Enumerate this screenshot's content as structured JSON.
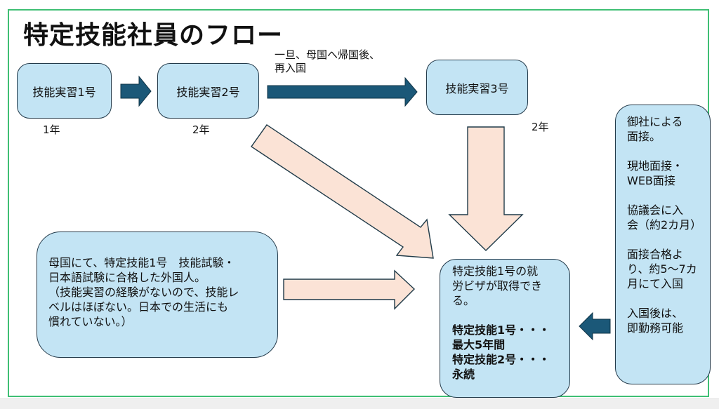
{
  "title": "特定技能社員のフロー",
  "colors": {
    "frame_border": "#3fbf74",
    "box_fill": "#c3e4f4",
    "box_border": "#233a4a",
    "dark_arrow": "#1b5878",
    "peach_arrow": "#fbe3d6"
  },
  "stages": [
    {
      "label": "技能実習1号",
      "duration": "1年"
    },
    {
      "label": "技能実習2号",
      "duration": "2年"
    },
    {
      "label": "技能実習3号",
      "duration": "2年"
    }
  ],
  "reentry_note": [
    "一旦、母国へ帰国後、",
    "再入国"
  ],
  "foreign_candidate_box": {
    "lines": [
      "母国にて、特定技能1号　技能試験・",
      "日本語試験に合格した外国人。",
      "（技能実習の経験がないので、技能レ",
      "ベルはほぼない。日本での生活にも",
      "慣れていない。）"
    ]
  },
  "result_box": {
    "intro_lines": [
      "特定技能1号の就",
      "労ビザが取得でき",
      "る。"
    ],
    "bold_lines": [
      "特定技能1号・・・",
      "最大5年間",
      "特定技能2号・・・",
      "永続"
    ]
  },
  "interview_box": {
    "paragraphs": [
      [
        "御社による",
        "面接。"
      ],
      [
        "現地面接・",
        "WEB面接"
      ],
      [
        "協議会に入",
        "会（約2カ月）"
      ],
      [
        "面接合格よ",
        "り、約5～7カ",
        "月にて入国"
      ],
      [
        "入国後は、",
        "即勤務可能"
      ]
    ]
  },
  "arrows": [
    {
      "name": "arrow-stage1-to-stage2",
      "from": "技能実習1号",
      "to": "技能実習2号",
      "style": "dark"
    },
    {
      "name": "arrow-stage2-to-stage3",
      "from": "技能実習2号",
      "to": "技能実習3号",
      "style": "dark"
    },
    {
      "name": "arrow-stage2-to-result",
      "from": "技能実習2号",
      "to": "特定技能1号",
      "style": "peach"
    },
    {
      "name": "arrow-stage3-to-result",
      "from": "技能実習3号",
      "to": "特定技能1号",
      "style": "peach"
    },
    {
      "name": "arrow-candidate-to-result",
      "from": "外国人",
      "to": "特定技能1号",
      "style": "peach"
    },
    {
      "name": "arrow-interview-to-result",
      "from": "面接",
      "to": "特定技能1号",
      "style": "dark"
    }
  ]
}
